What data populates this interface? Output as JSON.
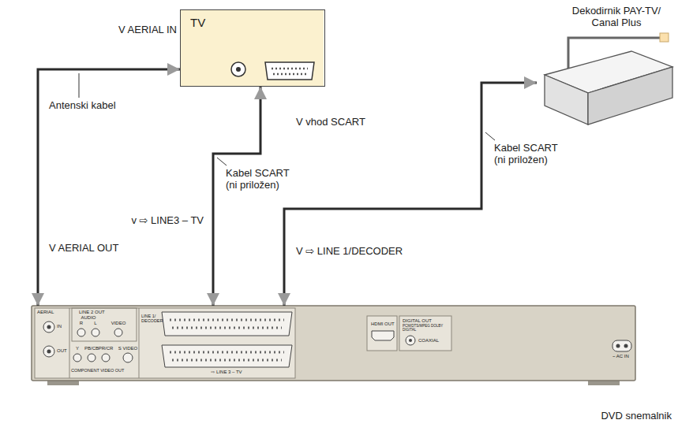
{
  "diagram": {
    "nodes": [
      {
        "text": [
          "TV"
        ]
      },
      {
        "text": [
          "Dekodirnik PAY-TV/ Canal Plus"
        ]
      },
      {
        "text": [
          "DVD snemalnik"
        ]
      }
    ],
    "edges": [
      {
        "from": 2,
        "to": 0,
        "label": "Antenski kabel",
        "arrow": "both"
      },
      {
        "from": 2,
        "to": 0,
        "label": "Kabel SCART (ni priložen)",
        "arrow": "both"
      },
      {
        "from": 2,
        "to": 1,
        "label": "Kabel SCART (ni priložen)",
        "arrow": "both"
      }
    ],
    "labels": [
      "V AERIAL IN",
      "V vhod SCART",
      "v ⇨ LINE3 – TV",
      "V AERIAL OUT",
      "V ⇨ LINE 1/DECODER",
      "AERIAL",
      "IN",
      "OUT",
      "LINE 2 OUT",
      "AUDIO",
      "R",
      "L",
      "VIDEO",
      "Y",
      "PB/CB",
      "PR/CR",
      "COMPONENT VIDEO OUT",
      "S VIDEO",
      "LINE 1/ DECODER",
      "⇨ LINE 3 – TV",
      "HDMI OUT",
      "DIGITAL OUT",
      "PCM/DTS/MPEG DOLBY DIGITAL",
      "COAXIAL",
      "~ AC IN"
    ]
  }
}
